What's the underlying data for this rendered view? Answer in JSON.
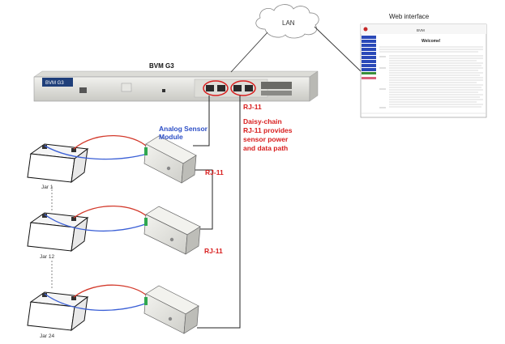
{
  "device": {
    "title": "BVM G3",
    "panel_brand": "BVM G3"
  },
  "cloud": {
    "label": "LAN"
  },
  "web_interface": {
    "caption": "Web interface",
    "screen_title": "BVM",
    "welcome": "Welcome!"
  },
  "module": {
    "label_line1": "Analog Sensor",
    "label_line2": "Module"
  },
  "annotations": {
    "rj11_top": "RJ-11",
    "daisy_line1": "Daisy-chain",
    "daisy_line2": "RJ-11 provides",
    "daisy_line3": "sensor power",
    "daisy_line4": "and data path",
    "rj11_mid": "RJ-11",
    "rj11_low": "RJ-11"
  },
  "jars": {
    "jar1": "Jar 1",
    "jar12": "Jar 12",
    "jar24": "Jar 24"
  },
  "colors": {
    "annotation_red": "#d81e1e",
    "module_blue": "#2d4fc6",
    "wire_red": "#d33a2c",
    "wire_blue": "#3a5fd6"
  }
}
